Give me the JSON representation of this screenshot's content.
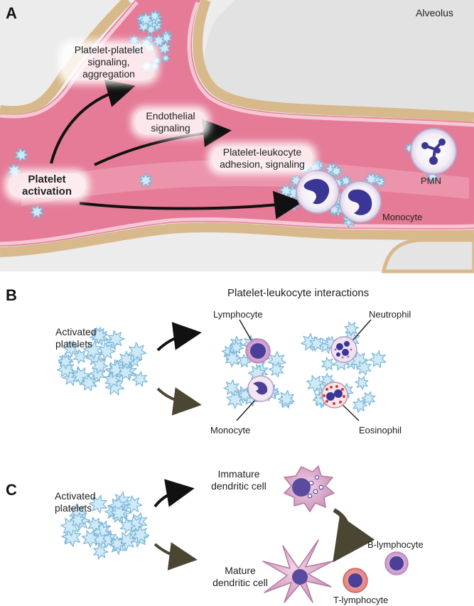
{
  "panels": {
    "a": {
      "letter": "A",
      "alveolus": "Alveolus",
      "platelet_platelet_line1": "Platelet-platelet",
      "platelet_platelet_line2": "signaling,",
      "platelet_platelet_line3": "aggregation",
      "endothelial_line1": "Endothelial",
      "endothelial_line2": "signaling",
      "adhesion_line1": "Platelet-leukocyte",
      "adhesion_line2": "adhesion, signaling",
      "activation_line1": "Platelet",
      "activation_line2": "activation",
      "pmn": "PMN",
      "monocyte": "Monocyte"
    },
    "b": {
      "letter": "B",
      "title": "Platelet-leukocyte interactions",
      "activated_line1": "Activated",
      "activated_line2": "platelets",
      "lymphocyte": "Lymphocyte",
      "neutrophil": "Neutrophil",
      "monocyte": "Monocyte",
      "eosinophil": "Eosinophil"
    },
    "c": {
      "letter": "C",
      "activated_line1": "Activated",
      "activated_line2": "platelets",
      "immature_line1": "Immature",
      "immature_line2": "dendritic cell",
      "mature_line1": "Mature",
      "mature_line2": "dendritic cell",
      "b_lymphocyte": "B-lymphocyte",
      "t_lymphocyte": "T-lymphocyte"
    }
  },
  "colors": {
    "vessel": "#e57b97",
    "vessel_light": "#f1a9bb",
    "alveolar_bg": "#ececec",
    "tan_wall": "#d8b98c",
    "platelet_fill": "#cfe9f7",
    "platelet_stroke": "#7ab6d8",
    "nucleus": "#3b3596",
    "arrow_dark": "#111111",
    "arrow_olive": "#4a4632"
  }
}
